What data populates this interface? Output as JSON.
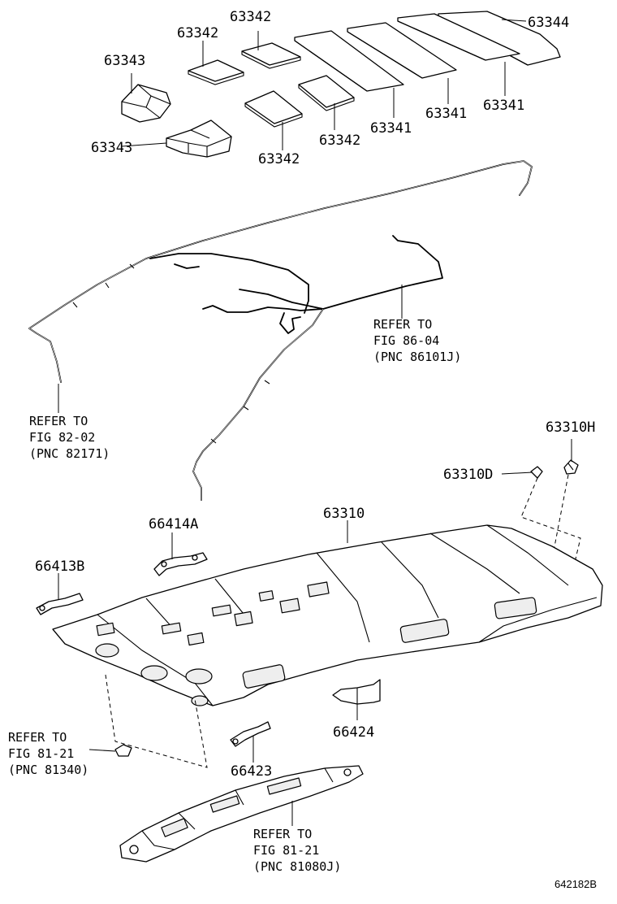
{
  "labels": {
    "p63344": "63344",
    "p63342_a": "63342",
    "p63342_b": "63342",
    "p63342_c": "63342",
    "p63342_d": "63342",
    "p63343_a": "63343",
    "p63343_b": "63343",
    "p63341_a": "63341",
    "p63341_b": "63341",
    "p63341_c": "63341",
    "p63310H": "63310H",
    "p63310D": "63310D",
    "p63310": "63310",
    "p66414A": "66414A",
    "p66413B": "66413B",
    "p66424": "66424",
    "p66423": "66423"
  },
  "refs": {
    "wire_right": [
      "REFER TO",
      "FIG 86-04",
      "(PNC 86101J)"
    ],
    "wire_left": [
      "REFER TO",
      "FIG 82-02",
      "(PNC 82171)"
    ],
    "lamp_left": [
      "REFER TO",
      "FIG 81-21",
      "(PNC 81340)"
    ],
    "console": [
      "REFER TO",
      "FIG 81-21",
      "(PNC 81080J)"
    ]
  },
  "diagram_code": "642182B"
}
